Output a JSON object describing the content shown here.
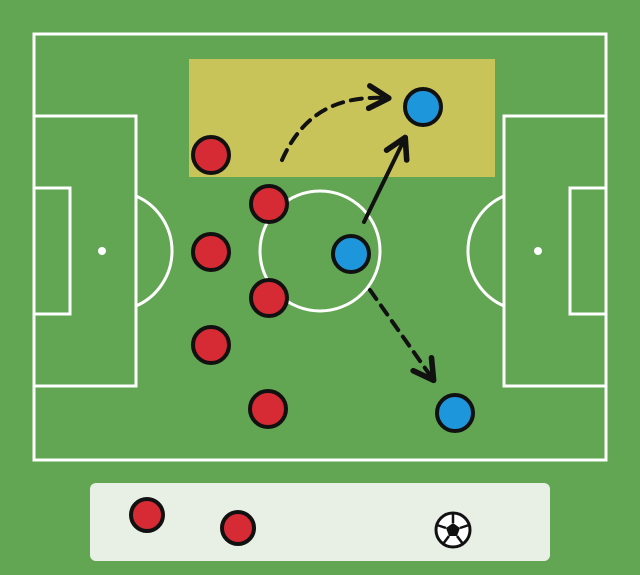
{
  "colors": {
    "pitch": "#62a552",
    "lines": "#ffffff",
    "highlight_zone": "#c9c45a",
    "team_red": "#d62a35",
    "team_blue": "#1e96dc",
    "outline": "#111111",
    "legend_bg": "#e8f0e5"
  },
  "players": {
    "red": [
      {
        "id": "red-1"
      },
      {
        "id": "red-2"
      },
      {
        "id": "red-3"
      },
      {
        "id": "red-4"
      },
      {
        "id": "red-5"
      },
      {
        "id": "red-6"
      },
      {
        "id": "red-7"
      }
    ],
    "blue": [
      {
        "id": "blue-center"
      },
      {
        "id": "blue-target-top"
      },
      {
        "id": "blue-target-bottom"
      }
    ]
  },
  "arrows": [
    {
      "id": "run-arrow",
      "style": "dashed"
    },
    {
      "id": "pass-arrow",
      "style": "solid"
    },
    {
      "id": "diagonal-arrow",
      "style": "dashed"
    }
  ],
  "legend": {
    "icons": [
      "red-player-icon",
      "red-player-icon",
      "soccer-ball-icon"
    ]
  }
}
